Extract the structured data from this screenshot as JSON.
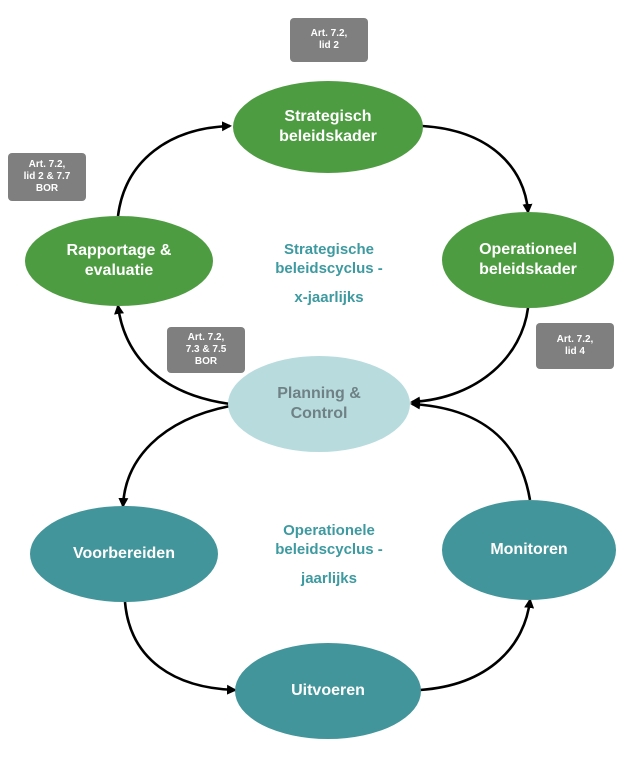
{
  "nodes": {
    "strategisch": "Strategisch\nbeleidskader",
    "operationeel": "Operationeel\nbeleidskader",
    "rapportage": "Rapportage &\nevaluatie",
    "planning": "Planning &\nControl",
    "voorbereiden": "Voorbereiden",
    "monitoren": "Monitoren",
    "uitvoeren": "Uitvoeren"
  },
  "badges": {
    "top": "Art. 7.2,\nlid 2",
    "left": "Art. 7.2,\nlid 2 & 7.7\nBOR",
    "right": "Art. 7.2,\nlid 4",
    "center": "Art. 7.2,\n7.3 & 7.5\nBOR"
  },
  "cycles": {
    "strategic": {
      "line1": "Strategische",
      "line2": "beleidscyclus -",
      "line3": "x-jaarlijks"
    },
    "operational": {
      "line1": "Operationele",
      "line2": "beleidscyclus -",
      "line3": "jaarlijks"
    }
  },
  "colors": {
    "strategic_node": "#4e9c41",
    "operational_node": "#42959a",
    "hub_node": "#b8dbde",
    "badge": "#7f7f7f",
    "arrow": "#000000",
    "cycle_text": "#3d9aa0"
  }
}
